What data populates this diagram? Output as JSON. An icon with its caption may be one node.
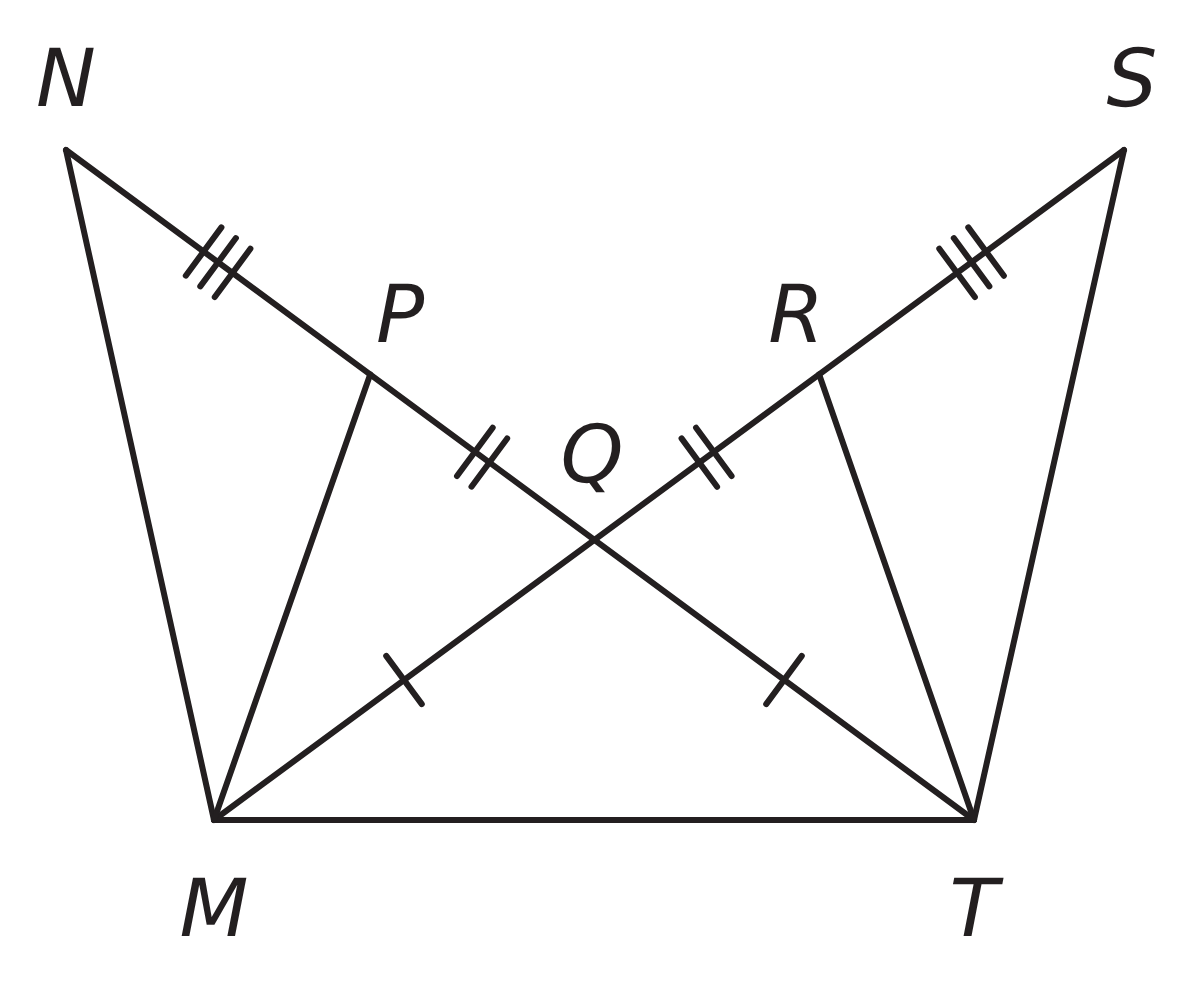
{
  "diagram": {
    "labels": [
      "N",
      "S",
      "P",
      "R",
      "Q",
      "M",
      "T"
    ]
  }
}
